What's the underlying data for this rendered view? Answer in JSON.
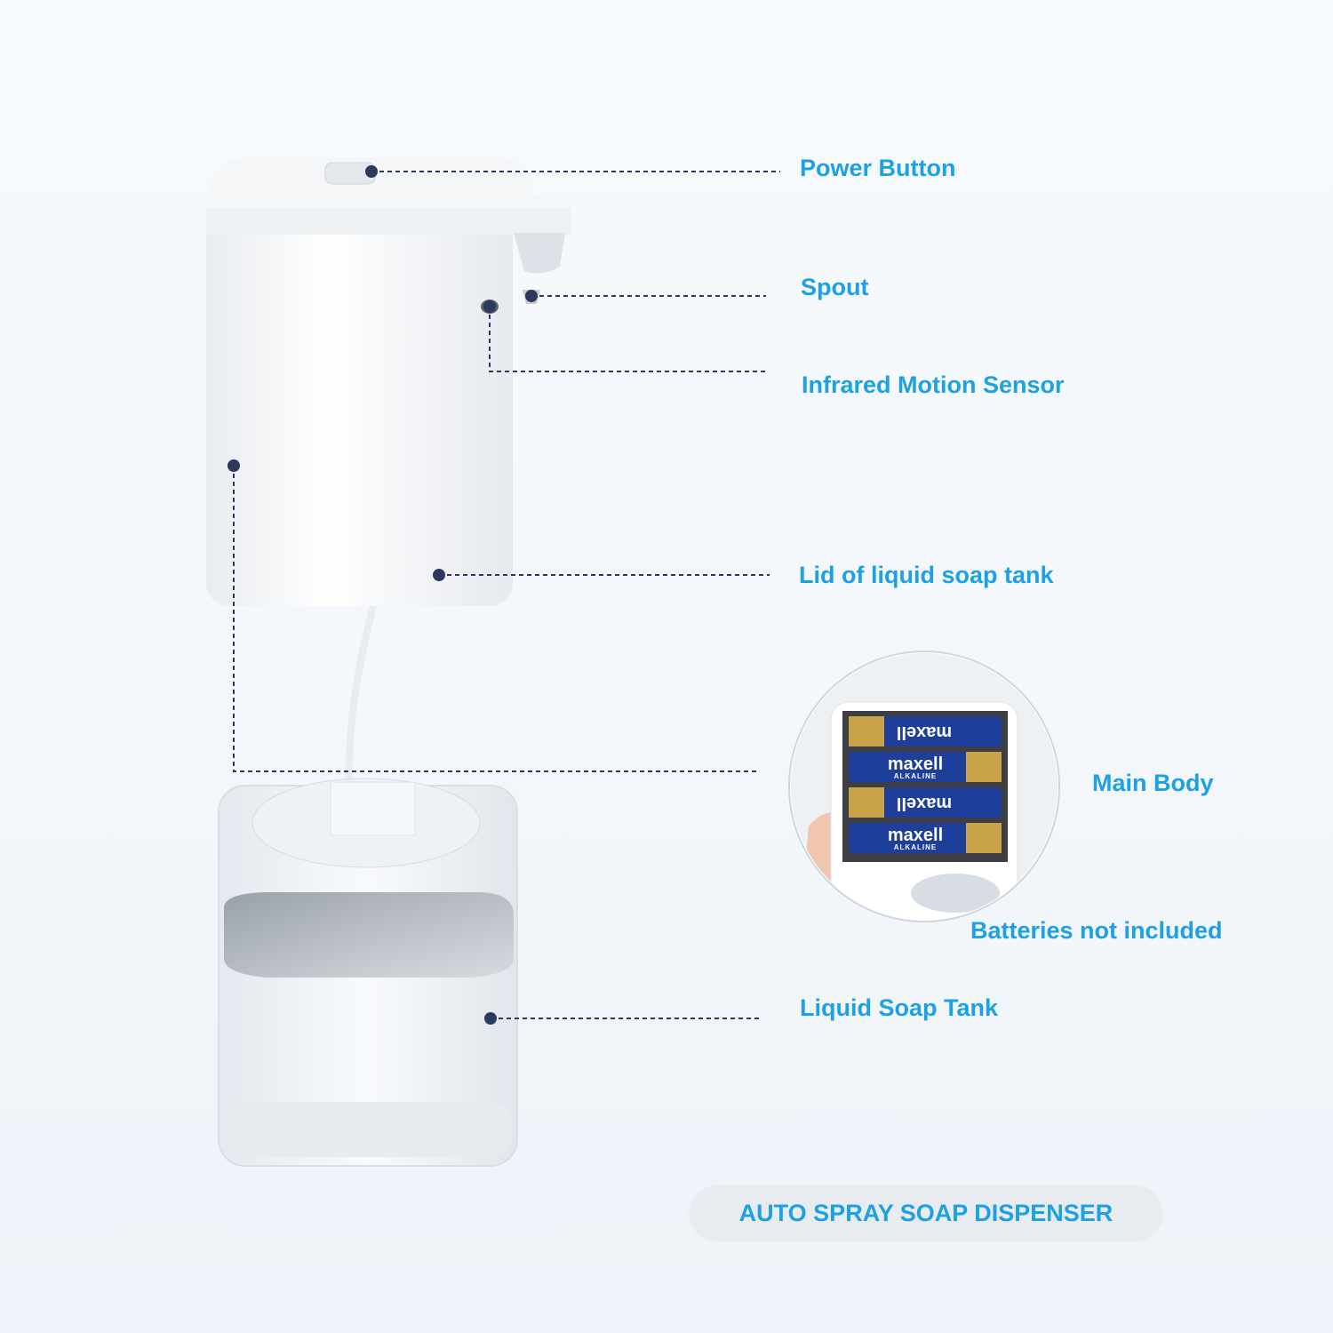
{
  "labels": {
    "power_button": "Power Button",
    "spout": "Spout",
    "sensor": "Infrared Motion Sensor",
    "lid": "Lid of liquid soap tank",
    "main_body": "Main Body",
    "batteries": "Batteries not included",
    "tank": "Liquid Soap Tank"
  },
  "title": "AUTO SPRAY SOAP DISPENSER",
  "battery_brand": "maxell",
  "battery_sub": "ALKALINE",
  "colors": {
    "accent": "#1da1e2",
    "leader": "#2b3a5c"
  }
}
